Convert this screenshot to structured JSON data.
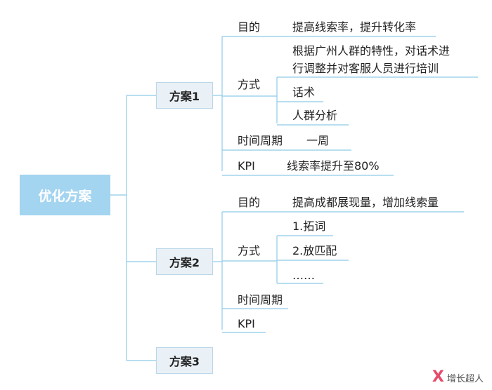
{
  "root": "优化方案",
  "plans": [
    {
      "name": "方案1",
      "purpose_label": "目的",
      "purpose": "提高线索率，提升转化率",
      "method_label": "方式",
      "method_lines": [
        "根据广州人群的特性，对话术进",
        "行调整并对客服人员进行培训"
      ],
      "method_items": [
        "话术",
        "人群分析"
      ],
      "period_label": "时间周期",
      "period": "一周",
      "kpi_label": "KPI",
      "kpi": "线索率提升至80%"
    },
    {
      "name": "方案2",
      "purpose_label": "目的",
      "purpose": "提高成都展现量，增加线索量",
      "method_label": "方式",
      "method_items": [
        "1.拓词",
        "2.放匹配",
        "……"
      ],
      "period_label": "时间周期",
      "kpi_label": "KPI"
    },
    {
      "name": "方案3"
    }
  ],
  "watermark": {
    "brand": "X",
    "text": "增长超人"
  },
  "colors": {
    "line": "#8ecbe8",
    "root_fill": "#a3d4f0",
    "plan_fill": "#eaf1f6"
  }
}
